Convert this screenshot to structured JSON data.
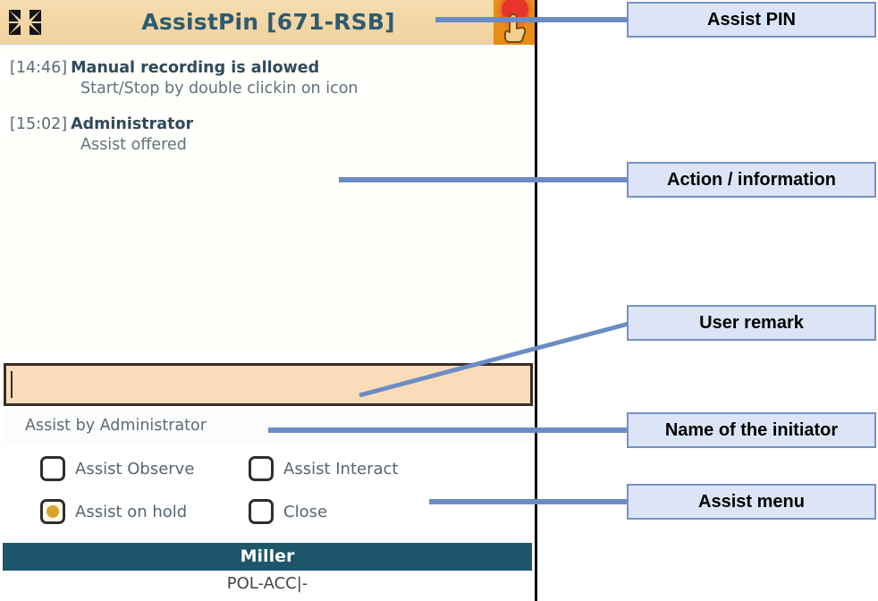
{
  "app": {
    "titlebar": {
      "title": "AssistPin [671-RSB]",
      "collapse_icon": "collapse-arrows-icon",
      "record_icon": "hand-record-icon",
      "bg_color": "#f3d6a4",
      "title_color": "#2c5c72",
      "record_bg_color": "#e8951d",
      "record_dot_color": "#e8342a"
    },
    "log": {
      "entries": [
        {
          "time": "[14:46]",
          "title": "Manual recording is allowed",
          "detail": "Start/Stop by double clickin on icon"
        },
        {
          "time": "[15:02]",
          "title": "Administrator",
          "detail": "Assist offered"
        }
      ]
    },
    "remark": {
      "value": "",
      "placeholder": "",
      "bg_color": "#fadcbb",
      "border_color": "#3a2d22"
    },
    "initiator": {
      "label": "Assist by Administrator"
    },
    "assist_menu": {
      "options": [
        {
          "label": "Assist Observe",
          "selected": false
        },
        {
          "label": "Assist Interact",
          "selected": false
        },
        {
          "label": "Assist on hold",
          "selected": true
        },
        {
          "label": "Close",
          "selected": false
        }
      ],
      "selected_dot_color": "#dba32a"
    },
    "footer": {
      "name": "Miller",
      "subtitle": "POL-ACC|-",
      "name_bar_color": "#1d566b"
    }
  },
  "annotations": {
    "callout_bg": "#dbe5f6",
    "callout_border": "#7592c4",
    "connector_color": "#6b8cc4",
    "items": [
      {
        "label": "Assist PIN"
      },
      {
        "label": "Action / information"
      },
      {
        "label": "User remark"
      },
      {
        "label": "Name of the initiator"
      },
      {
        "label": "Assist menu"
      }
    ]
  }
}
